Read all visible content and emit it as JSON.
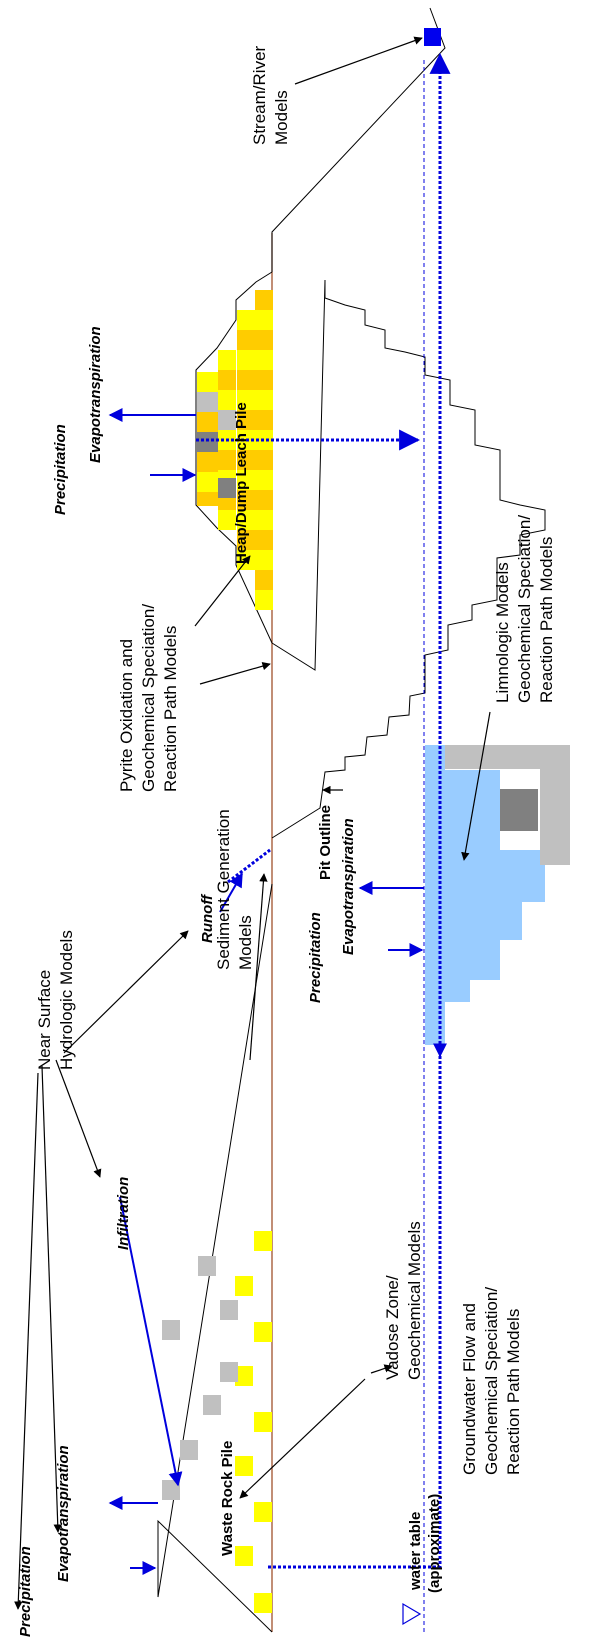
{
  "labels": {
    "near_surface": [
      "Near Surface",
      "Hydrologic Models"
    ],
    "sediment": [
      "Sediment Generation",
      "Models"
    ],
    "vadose": [
      "Vadose Zone/",
      "Geochemical Models"
    ],
    "groundwater": [
      "Groundwater Flow and",
      "Geochemical Speciation/",
      "Reaction Path Models"
    ],
    "pyrite": [
      "Pyrite Oxidation and",
      "Geochemical Speciation/",
      "Reaction Path Models"
    ],
    "limnologic": [
      "Limnologic Models",
      "Geochemical Speciation/",
      "Reaction Path Models"
    ],
    "stream": [
      "Stream/River",
      "Models"
    ],
    "precipitation": "Precipitation",
    "evapotranspiration": "Evapotranspiration",
    "infiltration": "Infiltration",
    "runoff": "Runoff",
    "pit_outline": "Pit Outline",
    "waste_rock_pile": "Waste Rock Pile",
    "heap_pile": "Heap/Dump Leach Pile",
    "water_table": [
      "water table",
      "(approximate)"
    ]
  },
  "colors": {
    "blue_arrow": "#0000dd",
    "lake": "#99ccff",
    "ground_line": "#a0522d",
    "yellow": "#ffff00",
    "orange": "#ffcc00",
    "gray_light": "#c0c0c0",
    "gray_dark": "#808080",
    "stream_box": "#0000ee"
  }
}
